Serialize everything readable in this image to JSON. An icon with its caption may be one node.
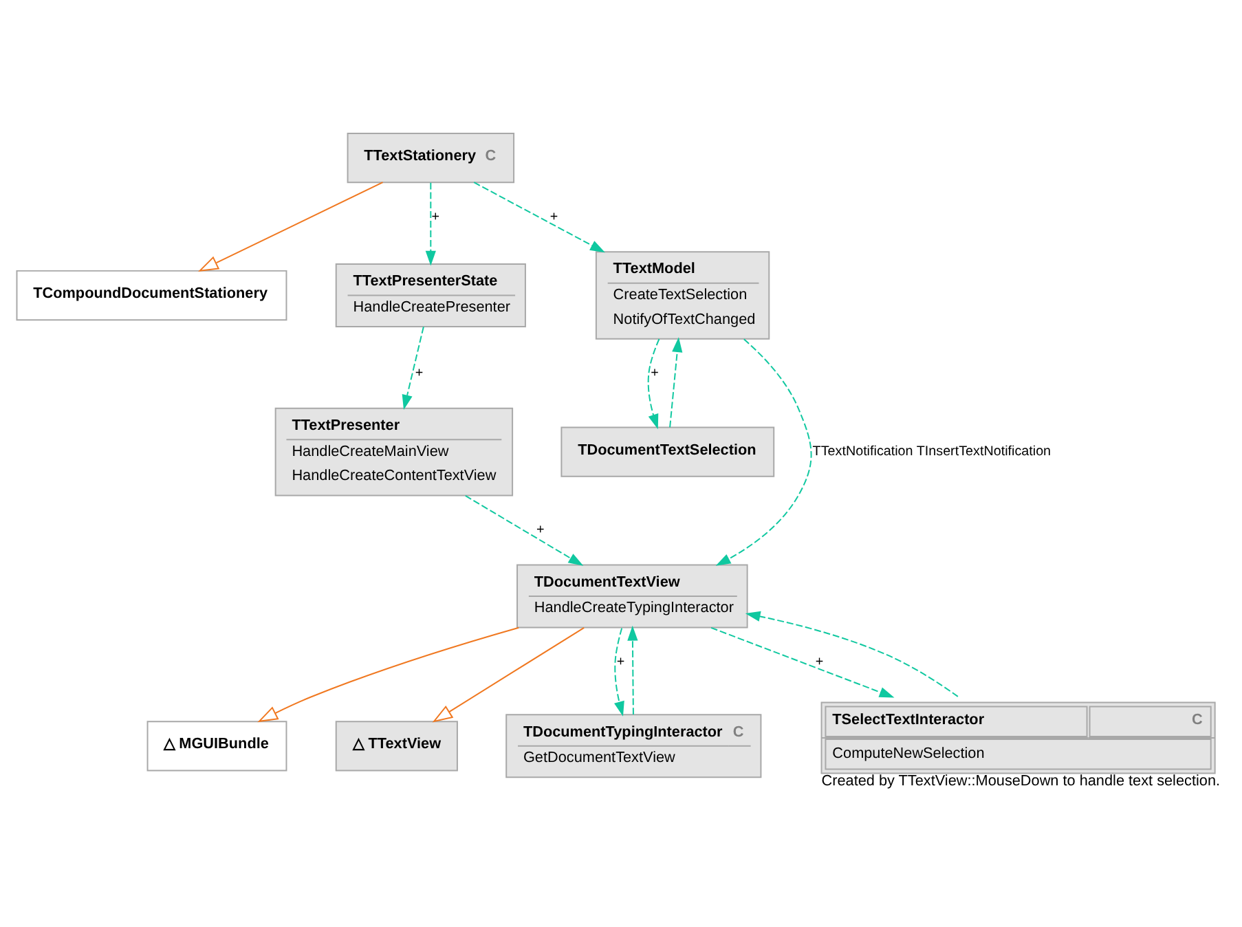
{
  "diagram": {
    "nodes": [
      {
        "text": [
          "TCompoundDocumentStationery"
        ]
      },
      {
        "text": [
          "TTextStationery",
          "C"
        ]
      },
      {
        "text": [
          "TTextPresenterState",
          "HandleCreatePresenter"
        ]
      },
      {
        "text": [
          "TTextPresenter",
          "HandleCreateMainView",
          "HandleCreateContentTextView"
        ]
      },
      {
        "text": [
          "△ MGUIBundle"
        ]
      },
      {
        "text": [
          "△ TTextView"
        ]
      },
      {
        "text": [
          "TDocumentTextView",
          "HandleCreateTypingInteractor"
        ]
      },
      {
        "text": [
          "TDocumentTypingInteractor",
          "C",
          "GetDocumentTextView"
        ]
      },
      {
        "text": [
          "TSelectTextInteractor",
          "C",
          "ComputeNewSelection"
        ],
        "beside": [
          "Created by TTextView::MouseDown to handle text selection."
        ]
      },
      {
        "text": [
          "TDocumentTextSelection"
        ]
      },
      {
        "text": [
          "TTextModel",
          "CreateTextSelection",
          "NotifyOfTextChanged"
        ]
      }
    ],
    "edges": [
      {
        "from": 1,
        "to": 0,
        "arrow": "to",
        "color": "#f07820"
      },
      {
        "from": 6,
        "to": 4,
        "arrow": "to",
        "color": "#f07820"
      },
      {
        "from": 6,
        "to": 5,
        "arrow": "to",
        "color": "#f07820"
      },
      {
        "from": 1,
        "to": 2,
        "arrow": "to",
        "style": "dashed",
        "label": "+"
      },
      {
        "from": 2,
        "to": 3,
        "arrow": "to",
        "style": "dashed",
        "label": "+"
      },
      {
        "from": 3,
        "to": 6,
        "arrow": "to",
        "style": "dashed",
        "label": "+"
      },
      {
        "from": 7,
        "to": 6,
        "arrow": "to",
        "style": "dashed"
      },
      {
        "from": 6,
        "to": 7,
        "arrow": "to",
        "style": "dashed",
        "label": "+"
      },
      {
        "from": 8,
        "to": 6,
        "arrow": "to",
        "style": "dashed"
      },
      {
        "from": 6,
        "to": 8,
        "arrow": "to",
        "style": "dashed",
        "label": "+"
      },
      {
        "from": 1,
        "to": 10,
        "arrow": "to",
        "style": "dashed",
        "label": "+"
      },
      {
        "from": 10,
        "to": 9,
        "arrow": "to",
        "style": "dashed",
        "label": "+"
      },
      {
        "from": 9,
        "to": 10,
        "arrow": "to",
        "style": "dashed"
      },
      {
        "from": 10,
        "to": 6,
        "arrow": "to",
        "style": "dashed",
        "label": "TTextNotification TInsertTextNotification"
      }
    ]
  }
}
